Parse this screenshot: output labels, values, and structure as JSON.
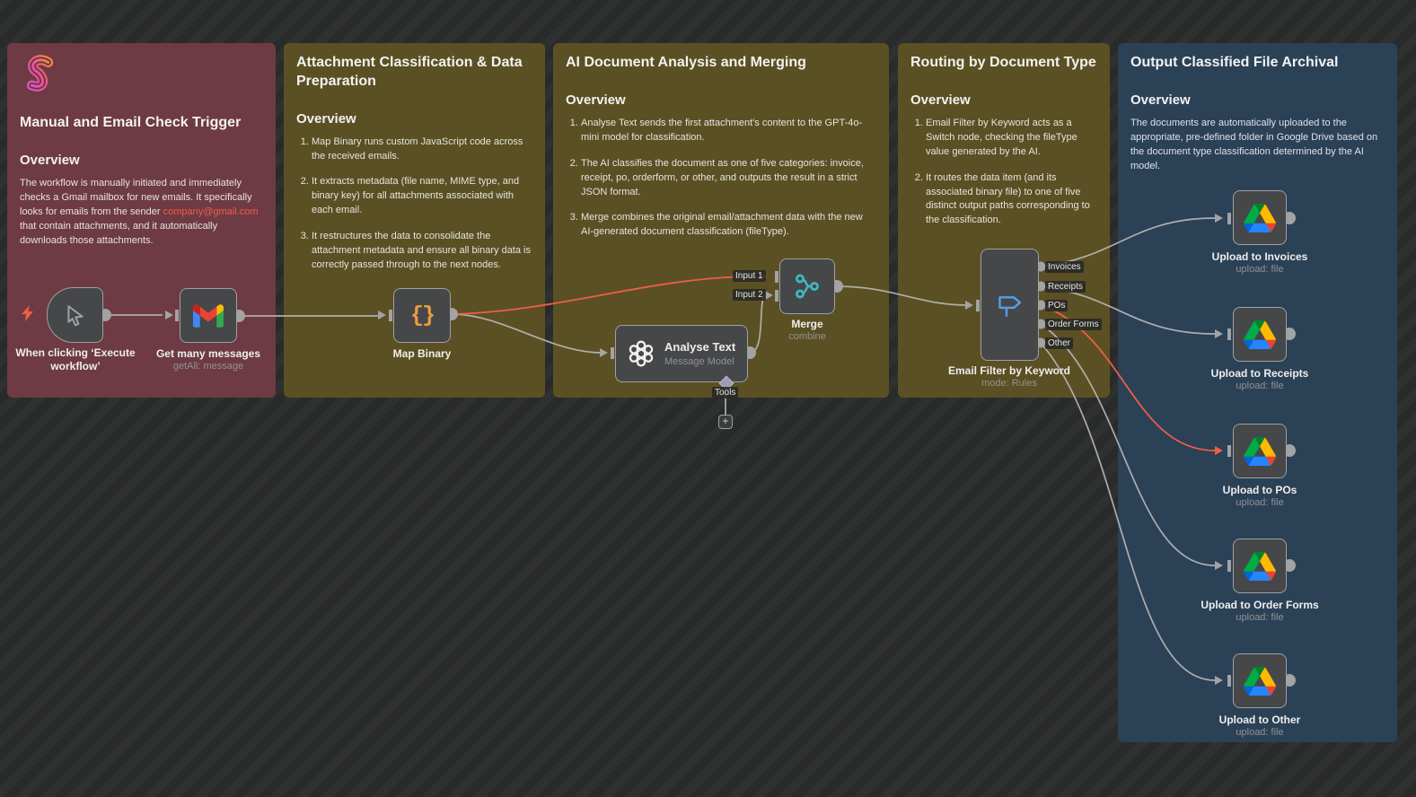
{
  "sections": [
    {
      "title": "Manual and Email Check Trigger",
      "overview_heading": "Overview",
      "body_pre": "The workflow is manually initiated and immediately checks a Gmail mailbox for new emails. It specifically looks for emails from the sender ",
      "link": "company@gmail.com",
      "body_post": " that contain attachments, and it automatically downloads those attachments.",
      "color": "#6e3a43"
    },
    {
      "title": "Attachment Classification & Data Preparation",
      "overview_heading": "Overview",
      "items": [
        "Map Binary runs custom JavaScript code across the received emails.",
        "It extracts metadata (file name, MIME type, and binary key) for all attachments associated with each email.",
        "It restructures the data to consolidate the attachment metadata and ensure all binary data is correctly passed through to the next nodes."
      ],
      "color": "#5b5023"
    },
    {
      "title": "AI Document Analysis and Merging",
      "overview_heading": "Overview",
      "items": [
        "Analyse Text sends the first attachment's content to the GPT-4o-mini model for classification.",
        "The AI classifies the document as one of five categories: invoice, receipt, po, orderform, or other, and outputs the result in a strict JSON format.",
        "Merge combines the original email/attachment data with the new AI-generated document classification (fileType)."
      ],
      "color": "#5b5023"
    },
    {
      "title": "Routing by Document Type",
      "overview_heading": "Overview",
      "items": [
        "Email Filter by Keyword acts as a Switch node, checking the fileType value generated by the AI.",
        "It routes the data item (and its associated binary file) to one of five distinct output paths corresponding to the classification."
      ],
      "color": "#5b5023"
    },
    {
      "title": "Output Classified File Archival",
      "overview_heading": "Overview",
      "body": "The documents are automatically uploaded to the appropriate, pre-defined folder in Google Drive based on the document type classification determined by the AI model.",
      "color": "#2b4156"
    }
  ],
  "nodes": {
    "trigger": {
      "label": "When clicking ‘Execute workflow’"
    },
    "gmail": {
      "label": "Get many messages",
      "subtitle": "getAll: message"
    },
    "code": {
      "label": "Map Binary",
      "icon_text": "{}"
    },
    "openai": {
      "label": "Analyse Text",
      "subtitle": "Message Model",
      "tools_label": "Tools",
      "plus": "+"
    },
    "merge": {
      "label": "Merge",
      "subtitle": "combine",
      "input1": "Input 1",
      "input2": "Input 2"
    },
    "switch": {
      "label": "Email Filter by Keyword",
      "subtitle": "mode: Rules",
      "outputs": [
        "Invoices",
        "Receipts",
        "POs",
        "Order Forms",
        "Other"
      ]
    },
    "uploads": [
      {
        "label": "Upload to Invoices",
        "subtitle": "upload: file"
      },
      {
        "label": "Upload to Receipts",
        "subtitle": "upload: file"
      },
      {
        "label": "Upload to POs",
        "subtitle": "upload: file"
      },
      {
        "label": "Upload to Order Forms",
        "subtitle": "upload: file"
      },
      {
        "label": "Upload to Other",
        "subtitle": "upload: file"
      }
    ]
  },
  "colors": {
    "accent_red": "#ef5d49",
    "wire": "#b4b4b4",
    "merge_icon_teal": "#40b8bd",
    "switch_icon_blue": "#54a0e8",
    "code_icon_orange": "#ee9b3f",
    "sticky_red": "#6e3a43",
    "sticky_olive": "#5b5023",
    "sticky_blue": "#2b4156"
  }
}
